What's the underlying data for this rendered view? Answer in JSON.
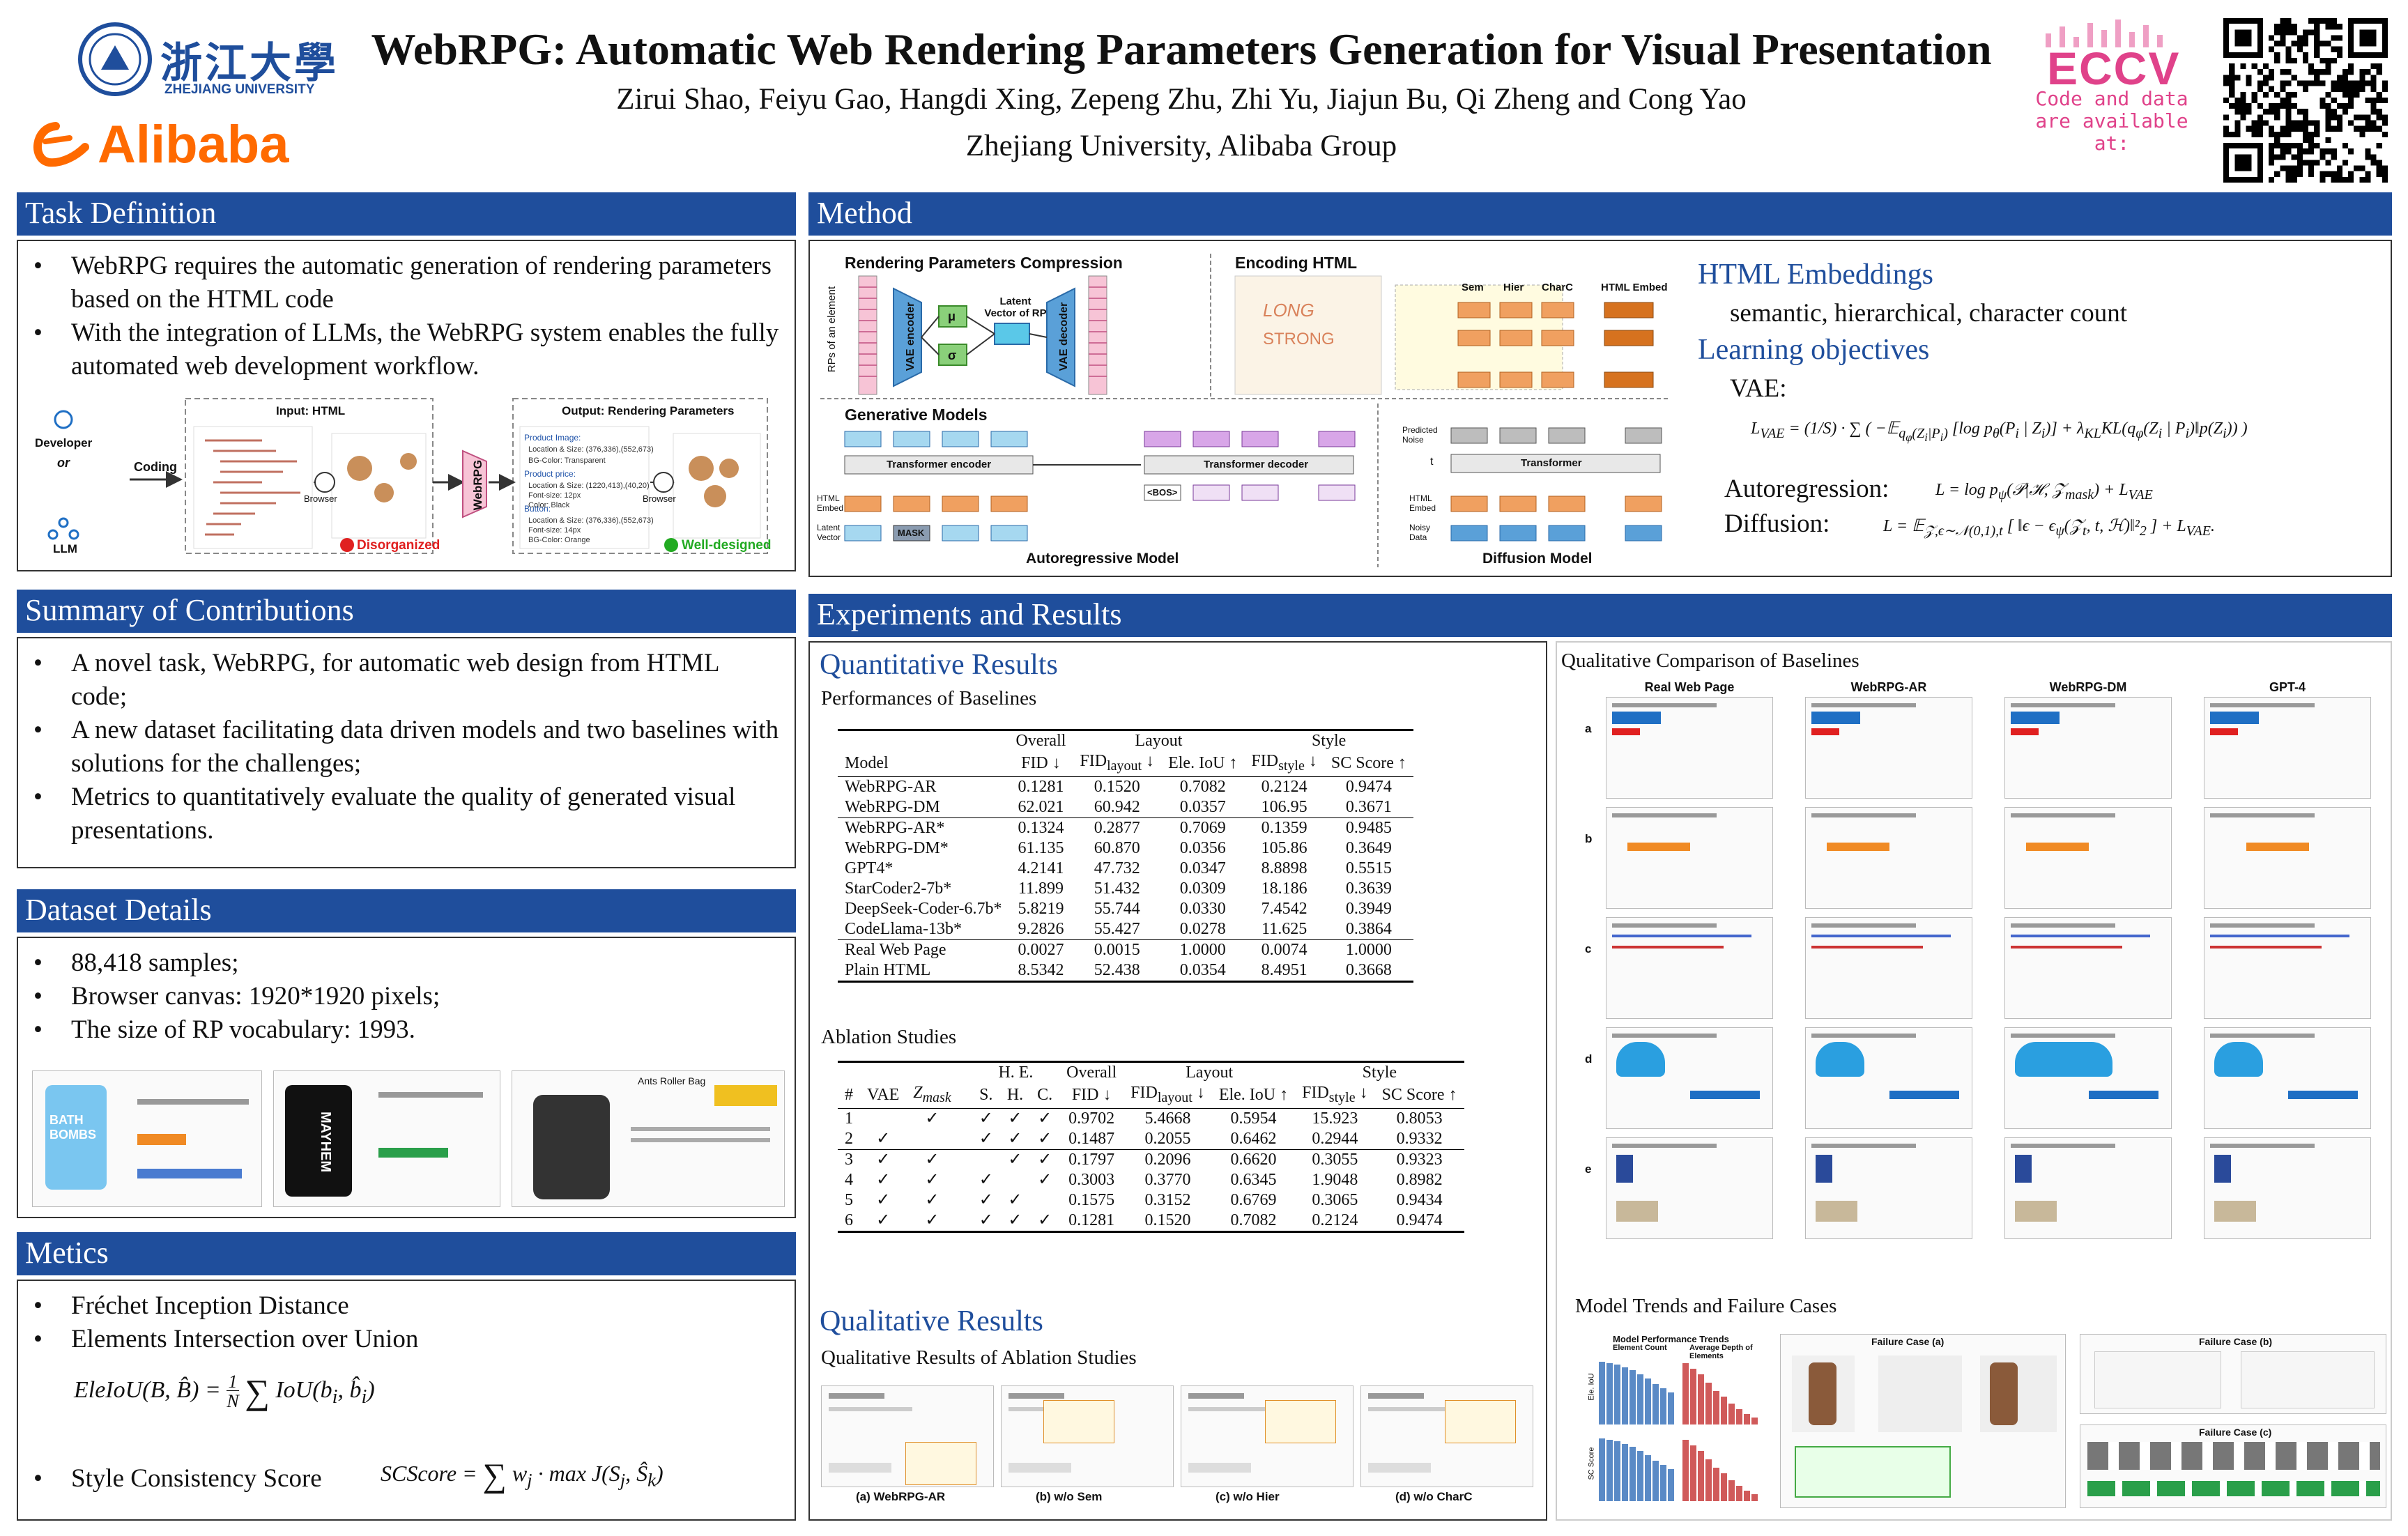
{
  "header": {
    "title": "WebRPG: Automatic Web Rendering Parameters Generation for Visual Presentation",
    "authors": "Zirui Shao, Feiyu Gao, Hangdi Xing, Zepeng Zhu, Zhi Yu, Jiajun Bu,  Qi Zheng and Cong Yao",
    "affiliation": "Zhejiang University, Alibaba Group",
    "zju_name": "浙江大學",
    "zju_sub": "ZHEJIANG UNIVERSITY",
    "alibaba": "Alibaba",
    "eccv": "ECCV",
    "code_note": "Code and data are available at:"
  },
  "task": {
    "heading": "Task Definition",
    "bullets": [
      "WebRPG requires the automatic generation of rendering parameters based on the HTML code",
      "With the integration of LLMs, the WebRPG system enables the fully automated web development workflow."
    ],
    "fig": {
      "developer": "Developer",
      "or": "or",
      "llm": "LLM",
      "coding": "Coding",
      "input_title": "Input: HTML",
      "output_title": "Output: Rendering Parameters",
      "browser": "Browser",
      "webrpg": "WebRPG",
      "disorganized": "Disorganized",
      "well_designed": "Well-designed"
    }
  },
  "contrib": {
    "heading": "Summary of Contributions",
    "bullets": [
      "A novel task, WebRPG, for automatic web design from HTML code;",
      "A new dataset facilitating data driven models and two baselines with solutions for the challenges;",
      "Metrics to quantitatively evaluate the quality of generated visual presentations."
    ]
  },
  "dataset": {
    "heading": "Dataset Details",
    "bullets": [
      "88,418 samples;",
      "Browser canvas: 1920*1920 pixels;",
      "The size of RP vocabulary: 1993."
    ],
    "examples": [
      "BATH BOMBS",
      "MAYHEM",
      "Ants Roller Bag"
    ]
  },
  "metrics": {
    "heading": "Metics",
    "bullets": [
      "Fréchet Inception Distance",
      "Elements Intersection over Union"
    ],
    "style_bullet": "Style Consistency Score"
  },
  "method": {
    "heading": "Method",
    "rpc_title": "Rendering Parameters Compression",
    "rp_element": "RPs of an element",
    "vae_encoder": "VAE encoder",
    "vae_decoder": "VAE decoder",
    "mu": "μ",
    "sigma": "σ",
    "latent": "Latent Vector of RP",
    "enc_title": "Encoding HTML",
    "sem": "Sem",
    "hier": "Hier",
    "charc": "CharC",
    "html_embed": "HTML Embed",
    "gen_title": "Generative Models",
    "t_enc": "Transformer encoder",
    "t_dec": "Transformer decoder",
    "bos": "<BOS>",
    "mask": "MASK",
    "html_embed2": "HTML Embed",
    "latent_vec": "Latent Vector",
    "ar_model": "Autoregressive Model",
    "pred_noise": "Predicted Noise",
    "t": "t",
    "transformer": "Transformer",
    "html_embed3": "HTML Embed",
    "noisy": "Noisy Data",
    "diff_model": "Diffusion Model",
    "emb_title": "HTML Embeddings",
    "emb_text": "semantic, hierarchical, character count",
    "obj_title": "Learning objectives",
    "vae": "VAE:",
    "autoreg": "Autoregression:",
    "diffusion": "Diffusion:"
  },
  "exp": {
    "heading": "Experiments and Results",
    "quant": "Quantitative Results",
    "perf": "Performances of Baselines",
    "ablation": "Ablation Studies",
    "qual": "Qualitative Results",
    "qual_abl": "Qualitative Results of Ablation Studies",
    "qual_cmp": "Qualitative Comparison of Baselines",
    "trends": "Model Trends and Failure Cases",
    "cmp_cols": [
      "Real Web Page",
      "WebRPG-AR",
      "WebRPG-DM",
      "GPT-4"
    ],
    "cmp_rows": [
      "a",
      "b",
      "c",
      "d",
      "e"
    ],
    "abl_caps": [
      "(a) WebRPG-AR",
      "(b) w/o Sem",
      "(c) w/o Hier",
      "(d) w/o CharC"
    ],
    "trend_title": "Model Performance Trends",
    "trend_sub1": "Element Count",
    "trend_sub2": "Average Depth of Elements",
    "fail_a": "Failure Case (a)",
    "fail_b": "Failure Case (b)",
    "fail_c": "Failure Case (c)",
    "ele_iou": "Ele. IoU",
    "sc_score": "SC Score"
  },
  "table1": {
    "head_groups": [
      "Overall",
      "Layout",
      "Style"
    ],
    "cols": [
      "Model",
      "FID ↓",
      "FID",
      "layout",
      " ↓",
      "Ele. IoU ↑",
      "FID",
      "style",
      " ↓",
      "SC Score ↑"
    ],
    "rows": [
      [
        "WebRPG-AR",
        "0.1281",
        "0.1520",
        "0.7082",
        "0.2124",
        "0.9474"
      ],
      [
        "WebRPG-DM",
        "62.021",
        "60.942",
        "0.0357",
        "106.95",
        "0.3671"
      ],
      [
        "WebRPG-AR*",
        "0.1324",
        "0.2877",
        "0.7069",
        "0.1359",
        "0.9485"
      ],
      [
        "WebRPG-DM*",
        "61.135",
        "60.870",
        "0.0356",
        "105.86",
        "0.3649"
      ],
      [
        "GPT4*",
        "4.2141",
        "47.732",
        "0.0347",
        "8.8898",
        "0.5515"
      ],
      [
        "StarCoder2-7b*",
        "11.899",
        "51.432",
        "0.0309",
        "18.186",
        "0.3639"
      ],
      [
        "DeepSeek-Coder-6.7b*",
        "5.8219",
        "55.744",
        "0.0330",
        "7.4542",
        "0.3949"
      ],
      [
        "CodeLlama-13b*",
        "9.2826",
        "55.427",
        "0.0278",
        "11.625",
        "0.3864"
      ],
      [
        "Real Web Page",
        "0.0027",
        "0.0015",
        "1.0000",
        "0.0074",
        "1.0000"
      ],
      [
        "Plain HTML",
        "8.5342",
        "52.438",
        "0.0354",
        "8.4951",
        "0.3668"
      ]
    ]
  },
  "table2": {
    "cols": [
      "#",
      "VAE",
      "Z",
      "mask",
      "S.",
      "H.",
      "C.",
      "Overall",
      "FID ↓",
      "Layout",
      "FID",
      "layout",
      " ↓",
      "Ele. IoU ↑",
      "Style",
      "FID",
      "style",
      " ↓",
      "SC Score ↑",
      "H. E."
    ],
    "rows": [
      [
        "1",
        "",
        "✓",
        "✓",
        "✓",
        "✓",
        "0.9702",
        "5.4668",
        "0.5954",
        "15.923",
        "0.8053"
      ],
      [
        "2",
        "✓",
        "",
        "✓",
        "✓",
        "✓",
        "0.1487",
        "0.2055",
        "0.6462",
        "0.2944",
        "0.9332"
      ],
      [
        "3",
        "✓",
        "✓",
        "",
        "✓",
        "✓",
        "0.1797",
        "0.2096",
        "0.6620",
        "0.3055",
        "0.9323"
      ],
      [
        "4",
        "✓",
        "✓",
        "✓",
        "",
        "✓",
        "0.3003",
        "0.3770",
        "0.6345",
        "1.9048",
        "0.8982"
      ],
      [
        "5",
        "✓",
        "✓",
        "✓",
        "✓",
        "",
        "0.1575",
        "0.3152",
        "0.6769",
        "0.3065",
        "0.9434"
      ],
      [
        "6",
        "✓",
        "✓",
        "✓",
        "✓",
        "✓",
        "0.1281",
        "0.1520",
        "0.7082",
        "0.2124",
        "0.9474"
      ]
    ]
  },
  "colors": {
    "header_blue": "#1f4e9c",
    "alibaba_orange": "#ff6a00",
    "eccv_pink": "#e0428a"
  }
}
